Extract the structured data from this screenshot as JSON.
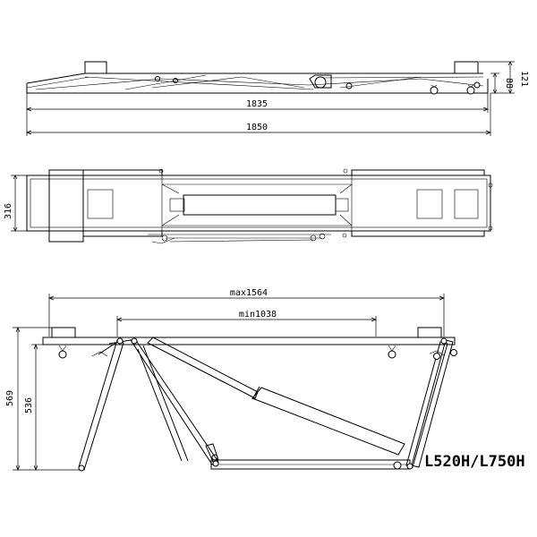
{
  "model_label": "L520H/L750H",
  "side_view": {
    "width_short": "1835",
    "width_long": "1850",
    "height_total": "121",
    "height_collapsed": "88"
  },
  "top_view": {
    "depth": "316"
  },
  "raised_view": {
    "span_max": "max1564",
    "span_min": "min1038",
    "height_total": "569",
    "height_platform": "536"
  }
}
